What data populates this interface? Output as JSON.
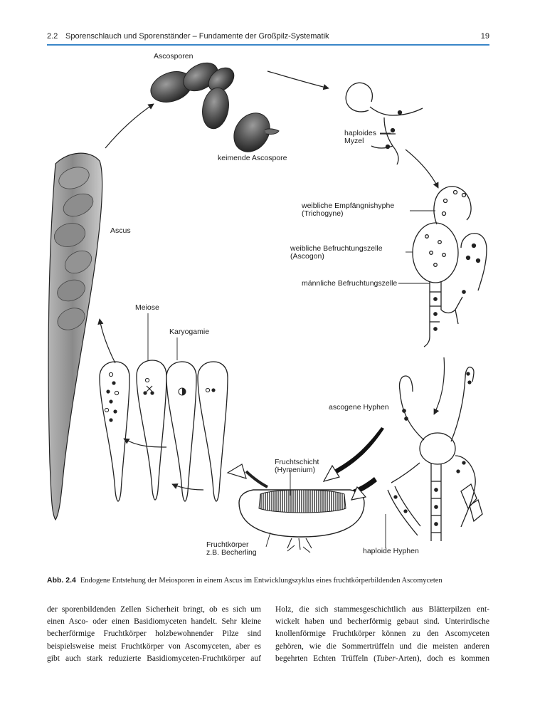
{
  "header": {
    "section_number": "2.2",
    "section_title": "Sporenschlauch und Sporenständer – Fundamente der Großpilz-Systematik",
    "page_number": "19"
  },
  "figure": {
    "labels": {
      "ascosporen": "Ascosporen",
      "keimende_ascospore": "keimende Ascospore",
      "haploides_myzel_1": "haploides",
      "haploides_myzel_2": "Myzel",
      "trichogyne_1": "weibliche Empfängnishyphe",
      "trichogyne_2": "(Trichogyne)",
      "ascogon_1": "weibliche Befruchtungszelle",
      "ascogon_2": "(Ascogon)",
      "maennliche": "männliche Befruchtungszelle",
      "ascogene_hyphen": "ascogene Hyphen",
      "haploide_hyphen": "haploide Hyphen",
      "fruchtschicht_1": "Fruchtschicht",
      "fruchtschicht_2": "(Hymenium)",
      "fruchtkoerper_1": "Fruchtkörper",
      "fruchtkoerper_2": "z.B. Becherling",
      "ascus": "Ascus",
      "meiose": "Meiose",
      "karyogamie": "Karyogamie"
    }
  },
  "caption": {
    "label": "Abb. 2.4",
    "text": "Endogene Entstehung der Meiosporen in einem Ascus im Entwicklungszyklus eines fruchtkörperbildenden Ascomyceten"
  },
  "body": {
    "left_lines": [
      "der sporenbildenden Zellen Sicherheit bringt, ob es sich um",
      "einen Asco- oder einen Basidiomyceten handelt. Sehr kleine",
      "becherförmige Fruchtkörper holzbewohnender Pilze sind",
      "beispielsweise meist Fruchtkörper von Ascomyceten, aber es",
      "gibt auch stark reduzierte Basidiomyceten-Fruchtkörper auf"
    ],
    "right_lines": [
      "Holz, die sich stammesgeschichtlich aus Blätterpilzen ent-",
      "wickelt haben und becherförmig gebaut sind. Unterirdische",
      "knollenförmige Fruchtkörper können zu den Ascomyceten",
      "gehören, wie die Sommertrüffeln und die meisten anderen"
    ],
    "right_last_pre": "begehrten Echten Trüffeln (",
    "right_last_italic": "Tuber",
    "right_last_post": "-Arten), doch es kommen"
  }
}
